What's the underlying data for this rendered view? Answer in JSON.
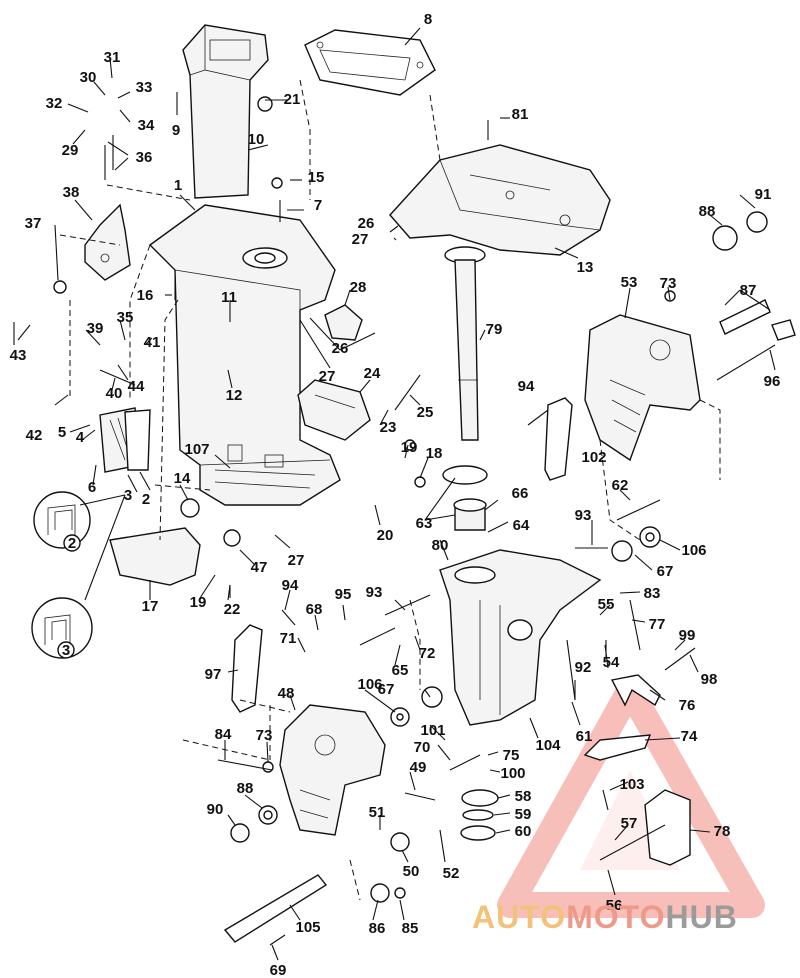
{
  "diagram": {
    "labels": [
      "1",
      "2",
      "3",
      "4",
      "5",
      "6",
      "7",
      "8",
      "9",
      "10",
      "11",
      "12",
      "13",
      "14",
      "15",
      "16",
      "17",
      "18",
      "19",
      "19",
      "20",
      "21",
      "22",
      "23",
      "24",
      "25",
      "26",
      "26",
      "27",
      "27",
      "27",
      "28",
      "29",
      "30",
      "31",
      "32",
      "33",
      "34",
      "35",
      "36",
      "37",
      "38",
      "39",
      "40",
      "41",
      "42",
      "43",
      "44",
      "47",
      "48",
      "49",
      "50",
      "51",
      "52",
      "53",
      "54",
      "55",
      "56",
      "57",
      "58",
      "59",
      "60",
      "61",
      "62",
      "63",
      "64",
      "65",
      "66",
      "67",
      "67",
      "68",
      "69",
      "70",
      "71",
      "72",
      "73",
      "73",
      "74",
      "75",
      "76",
      "77",
      "78",
      "79",
      "80",
      "81",
      "83",
      "84",
      "85",
      "86",
      "87",
      "88",
      "88",
      "90",
      "91",
      "92",
      "93",
      "93",
      "94",
      "94",
      "95",
      "96",
      "97",
      "98",
      "99",
      "100",
      "101",
      "102",
      "103",
      "104",
      "105",
      "106",
      "106",
      "107"
    ],
    "callouts": [
      "2",
      "3"
    ]
  },
  "watermark": {
    "part1": "AUTO",
    "part2": "MOTO",
    "part3": "HUB",
    "color_auto": "#f3c27a",
    "color_moto": "#ee9a8a",
    "color_hub": "#9b9b9b",
    "triangle_color": "#f28b82"
  }
}
